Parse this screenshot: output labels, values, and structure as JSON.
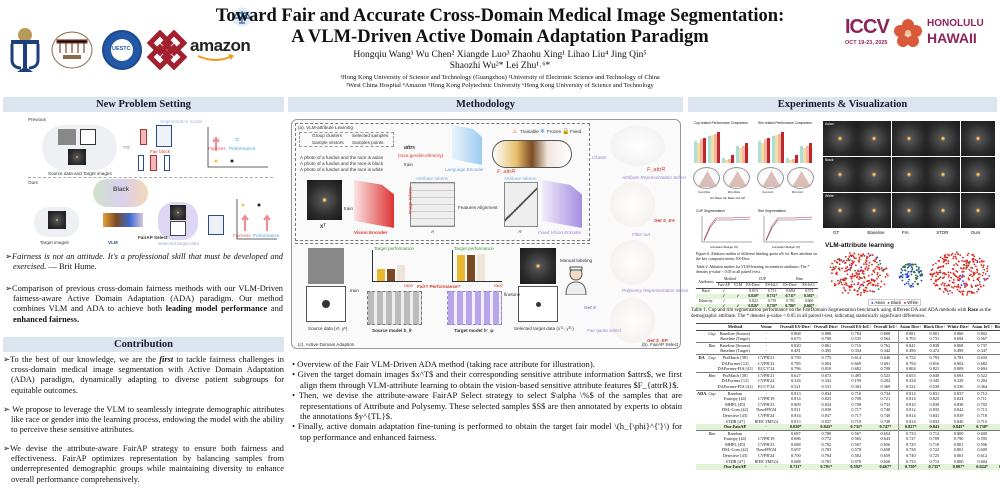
{
  "header": {
    "title_line1": "Toward Fair and Accurate Cross-Domain Medical Image Segmentation:",
    "title_line2": "A VLM-Driven Active Domain Adaptation Paradigm",
    "authors_line1": "Hongqiu Wang¹   Wu Chen²   Xiangde Luo³   Zhaohu Xing¹   Lihao Liu⁴   Jing Qin⁵",
    "authors_line2": "Shaozhi Wu²*   Lei Zhu¹˒⁶*",
    "affil_line1": "¹Hong Kong University of Science and Technology (Guangzhou)   ²University of Electronic Science and Technology of China",
    "affil_line2": "³West China Hospital   ⁴Amazon   ⁵Hong Kong Polytechnic University   ⁶Hong Kong University of Science and Technology",
    "logos": [
      "HKUST",
      "West China Hospital",
      "UESTC",
      "PolyU",
      "amazon"
    ],
    "amazon_text": "amazon",
    "uestc_text": "UESTC",
    "conf": {
      "name": "ICCV",
      "dates": "OCT 19-23, 2025",
      "city": "HONOLULU",
      "state": "HAWAII"
    }
  },
  "problem": {
    "heading": "New Problem Setting",
    "fig": {
      "previous": "Previous",
      "ours": "Ours",
      "seg_model": "Segmentation model",
      "fair_block": "Fair block",
      "source_target": "Source data and Target images",
      "target_images": "Target images",
      "vlm": "VLM",
      "fairap": "FairAP Select",
      "selected": "Selected target data",
      "fairness": "Fairness",
      "performance": "Performance",
      "approx": "≈",
      "black_word": "Black"
    },
    "quote": "Fairness is not an attitude. It's a professional skill that must be developed and exercised.",
    "quote_author": " — Brit Hume.",
    "comparison_pre": "Comparison of previous cross-domain fairness methods with our VLM-Driven fairness-aware Active Domain Adaptation (ADA) paradigm. Our method combines VLM and ADA to achieve both ",
    "comparison_b1": "leading model performance",
    "comparison_mid": " and ",
    "comparison_b2": "enhanced fairness."
  },
  "contribution": {
    "heading": "Contribution",
    "c1_pre": "To the best of our knowledge, we are the ",
    "c1_em": "first",
    "c1_post": " to tackle fairness challenges in cross-domain medical image segmentation with Active Domain Adaptation (ADA) paradigm, dynamically adapting to diverse patient subgroups for equitable outcomes.",
    "c2": " We propose to leverage the VLM to seamlessly integrate demographic attributes like race or gender into the learning process, endowing the model with the ability to perceive these sensitive attributes.",
    "c3": "We devise the attribute-aware FairAP strategy to ensure both fairness and effectiveness. FairAP optimizes representation by balancing samples from underrepresented demographic groups while maintaining diversity to enhance overall performance comprehensively."
  },
  "methodology": {
    "heading": "Methodology",
    "fig": {
      "a_label": "(a). VLM-attribute Learning",
      "b_label": "(b). FairAP Select",
      "c_label": "(c). Active Domain Adaption",
      "legend": [
        "Group clusters",
        "Selected samples",
        "Sample vectors",
        "Samples points"
      ],
      "legend2": [
        "Trainable",
        "Frozen",
        "Fixed"
      ],
      "prompts": [
        "A photo of a fundus and the race is asian",
        "A photo of a fundus and the race is black",
        "A photo of a fundus and the race is white"
      ],
      "attrs": "attrs",
      "attrs_list": "(race,gender,ethnicity)",
      "train": "train",
      "lang_enc": "Language Encoder",
      "vis_enc": "Vision Encoder",
      "fixed_vis_enc": "Fixed Vision Encoder",
      "attr_tokens": "Attribute tokens",
      "img_tokens": "Image tokens",
      "feat_align": "Features Alignment",
      "A": "A",
      "A2": "A'",
      "xT": "xᵀ",
      "FattrR": "F_attrR",
      "cluster": "Cluster",
      "attr_rep": "Attribute-Representation Select",
      "get_sea": "Get S_EA",
      "filter": "Filter out",
      "poly_rep": "Polysemy Representation Select",
      "get_sep": "Get S_EP",
      "get_s": "Get S",
      "fair_quota": "Fair quota select",
      "manual": "Manual labeling",
      "source_data": "Source data (xˢ, yˢ)",
      "source_model": "Source model h_θ",
      "target_model": "Target model h'_φ",
      "selected": "Selected target data (xᵀᴸ, yᵀᴸ)",
      "fair_q": "Fair? Performance?",
      "finetune": "finetune",
      "target_perf": "Target performance",
      "race": "race"
    },
    "bullets": [
      "Overview of the Fair VLM-Driven ADA method (taking race attribute for illustration).",
      "Given the target domain images $x^T$ and their corresponding sensitive attribute information $attrs$, we first align them through VLM-attribute learning to obtain the vision-based sensitive attribute features $F_{attrR}$.",
      "Then, we devise the attribute-aware FairAP Select strategy to select $\\alpha \\%$ of the samples that are representations of Attribute and Polysemy. These selected samples $S$ are then annotated by experts to obtain the annotations $y^{TL}$.",
      "Finally, active domain adaptation fine-tuning is performed to obtain the target fair model \\(h_{\\phi}^{'}\\) for top performance and enhanced fairness."
    ]
  },
  "experiments": {
    "heading": "Experiments & Visualization",
    "bar_titles": [
      "Cup-related Performance Comparison",
      "Rim-related Performance Comparison"
    ],
    "radar_labels": [
      "Cup Dice",
      "Rim Dice",
      "Cup IoU",
      "Rim IoU"
    ],
    "bar_legend": [
      "Src Base",
      "Tar Base",
      "Our AP"
    ],
    "line_titles": [
      "CUP Segmentation",
      "Rim Segmentation"
    ],
    "line_xlabel": "Annotation Budget (%)",
    "fig6_caption": "Figure 6. Ablation studies of different labeling quota α% for Race attribute on the key composite metric ES-Dice.",
    "table2": {
      "caption": "Table 2. Ablation studies for VLM-learning on sensitive attributes. The * denotes p-value < 0.05 in all paired t-test.",
      "h1": [
        "Attributes",
        "Method",
        "CUP",
        "Rim"
      ],
      "h2": [
        "Fair-AP",
        "VLM",
        "ES-Dice↑",
        "ES-IoU↑",
        "ES-Dice↑",
        "ES-IoU↑"
      ],
      "rows": [
        {
          "attr": "Race",
          "fair": "✓",
          "vlm": "",
          "v": [
            "0.813",
            "0.711",
            "0.694",
            "0.575"
          ]
        },
        {
          "attr": "",
          "fair": "✓",
          "vlm": "✓",
          "v": [
            "0.820*",
            "0.731*",
            "0.711*",
            "0.592*"
          ],
          "ours": true
        },
        {
          "attr": "Ethnicity",
          "fair": "✓",
          "vlm": "",
          "v": [
            "0.823",
            "0.719",
            "0.781",
            "0.660"
          ]
        },
        {
          "attr": "",
          "fair": "✓",
          "vlm": "✓",
          "v": [
            "0.826*",
            "0.739*",
            "0.786*",
            "0.665*"
          ],
          "ours": true
        }
      ]
    },
    "grid_cols": [
      "GT",
      "Baseline",
      "FIA",
      "STDR",
      "Ours"
    ],
    "grid_rows": [
      "Asian",
      "Black",
      "White"
    ],
    "tsne_title": "VLM-attribute learning",
    "tsne_legend": [
      "Asian",
      "Black",
      "White"
    ],
    "colors": {
      "asian": "#2b3fd6",
      "black": "#2e7d2e",
      "white": "#e0241b"
    },
    "table1": {
      "caption_pre": "Table 1. Cup and rim segmentation performance on the FairDomain-Segmentation benchmark using different DA and ADA methods with ",
      "caption_bold": "Race",
      "caption_post": " as the demographic attribute. The * denotes p-value < 0.05 in all paired t-test, indicating statistically significant differences.",
      "headers": [
        "",
        "",
        "Method",
        "Venue",
        "Overall ES-Dice↑",
        "Overall Dice↑",
        "Overall ES-IoU↑",
        "Overall IoU↑",
        "Asian Dice↑",
        "Black Dice↑",
        "White Dice↑",
        "Asian IoU↑",
        "Black IoU↑",
        "White IoU↑"
      ],
      "groups": [
        {
          "setting": "",
          "part": "Cup",
          "rows": [
            [
              "Baseline (Source)",
              "-",
              "0.868",
              "0.888",
              "0.784",
              "0.808",
              "0.881",
              "0.901",
              "0.866",
              "0.802",
              "0.830",
              "0.805"
            ],
            [
              "Baseline (Target)",
              "-",
              "0.673",
              "0.700",
              "0.535",
              "0.564",
              "0.703",
              "0.731",
              "0.694",
              "0.567",
              "0.606",
              "0.555"
            ]
          ]
        },
        {
          "setting": "",
          "part": "Rim",
          "rows": [
            [
              "Baseline (Source)",
              "-",
              "0.820",
              "0.861",
              "0.716",
              "0.762",
              "0.841",
              "0.838",
              "0.868",
              "0.737",
              "0.731",
              "0.771"
            ],
            [
              "Baseline (Target)",
              "-",
              "0.481",
              "0.495",
              "0.334",
              "0.342",
              "0.496",
              "0.472",
              "0.499",
              "0.347",
              "0.326",
              "0.345"
            ]
          ]
        },
        {
          "setting": "DA",
          "part": "Cup",
          "rows": [
            [
              "PixMatch [38]",
              "CVPR'21",
              "0.759",
              "0.775",
              "0.614",
              "0.640",
              "0.752",
              "0.793",
              "0.783",
              "0.633",
              "0.693",
              "0.675"
            ],
            [
              "DAFormer [12]",
              "CVPR'22",
              "0.785",
              "0.804",
              "0.669",
              "0.691",
              "0.794",
              "0.816",
              "0.802",
              "0.682",
              "0.712",
              "0.688"
            ],
            [
              "DAFormer-FIA [41]",
              "ECCV'24",
              "0.796",
              "0.810",
              "0.682",
              "0.700",
              "0.804",
              "0.821",
              "0.809",
              "0.694",
              "0.717",
              "0.697"
            ]
          ]
        },
        {
          "setting": "",
          "part": "Rim",
          "rows": [
            [
              "PixMatch [38]",
              "CVPR'21",
              "0.627",
              "0.673",
              "0.495",
              "0.523",
              "0.653",
              "0.640",
              "0.693",
              "0.522",
              "0.498",
              "0.559"
            ],
            [
              "DAFormer [12]",
              "CVPR'22",
              "0.326",
              "0.332",
              "0.199",
              "0.202",
              "0.334",
              "0.345",
              "0.329",
              "0.204",
              "0.212",
              "0.199"
            ],
            [
              "DAFormer-FIA [41]",
              "ECCV'24",
              "0.521",
              "0.531",
              "0.363",
              "0.369",
              "0.522",
              "0.539",
              "0.530",
              "0.364",
              "0.380",
              "0.368"
            ]
          ]
        },
        {
          "setting": "ADA",
          "part": "Cup",
          "rows": [
            [
              "Random",
              "-",
              "0.813",
              "0.834",
              "0.716",
              "0.734",
              "0.814",
              "0.831",
              "0.837",
              "0.712",
              "0.735",
              "0.737"
            ],
            [
              "Entropy [44]",
              "CVPR'19",
              "0.814",
              "0.823",
              "0.708",
              "0.721",
              "0.814",
              "0.825",
              "0.824",
              "0.711",
              "0.728",
              "0.720"
            ],
            [
              "MHPL [45]",
              "CVPR'23",
              "0.809",
              "0.834",
              "0.708",
              "0.733",
              "0.810",
              "0.830",
              "0.838",
              "0.702",
              "0.733",
              "0.737"
            ],
            [
              "DSL-Com [42]",
              "NeurIPS'24",
              "0.811",
              "0.839",
              "0.717",
              "0.740",
              "0.812",
              "0.835",
              "0.842",
              "0.713",
              "0.742",
              "0.743"
            ],
            [
              "Detective [43]",
              "CVPR'24",
              "0.814",
              "0.837",
              "0.717",
              "0.740",
              "0.814",
              "0.841",
              "0.839",
              "0.718",
              "0.748",
              "0.741"
            ],
            [
              "STDR [47]",
              "IEEE TMI'24",
              "0.813",
              "0.837",
              "0.719",
              "0.738",
              "0.814",
              "0.833",
              "0.840",
              "0.715",
              "0.737",
              "0.741"
            ],
            [
              "Our FairAP",
              "-",
              "0.820*",
              "0.843*",
              "0.731*",
              "0.747*",
              "0.827*",
              "0.843",
              "0.845*",
              "0.730*",
              "0.751",
              "0.748*"
            ]
          ]
        },
        {
          "setting": "",
          "part": "Rim",
          "rows": [
            [
              "Random",
              "-",
              "0.687",
              "0.780",
              "0.567",
              "0.654",
              "0.733",
              "0.712",
              "0.800",
              "0.600",
              "0.577",
              "0.676"
            ],
            [
              "Entropy [44]",
              "CVPR'19",
              "0.686",
              "0.772",
              "0.565",
              "0.643",
              "0.727",
              "0.709",
              "0.790",
              "0.595",
              "0.573",
              "0.662"
            ],
            [
              "MHPL [45]",
              "CVPR'23",
              "0.688",
              "0.782",
              "0.567",
              "0.656",
              "0.729",
              "0.718",
              "0.801",
              "0.596",
              "0.581",
              "0.678"
            ],
            [
              "DSL-Com [42]",
              "NeurIPS'24",
              "0.697",
              "0.783",
              "0.578",
              "0.658",
              "0.738",
              "0.722",
              "0.801",
              "0.609",
              "0.589",
              "0.677"
            ],
            [
              "Detective [43]",
              "CVPR'24",
              "0.700",
              "0.784",
              "0.582",
              "0.659",
              "0.740",
              "0.725",
              "0.801",
              "0.612",
              "0.593",
              "0.678"
            ],
            [
              "STDR [47]",
              "IEEE TMI'24",
              "0.688",
              "0.781",
              "0.570",
              "0.656",
              "0.733",
              "0.713",
              "0.800",
              "0.604",
              "0.579",
              "0.677"
            ],
            [
              "Our FairAP",
              "-",
              "0.711*",
              "0.791*",
              "0.592*",
              "0.667*",
              "0.750*",
              "0.735*",
              "0.807*",
              "0.624*",
              "0.602*",
              "0.686*"
            ]
          ]
        }
      ]
    }
  }
}
